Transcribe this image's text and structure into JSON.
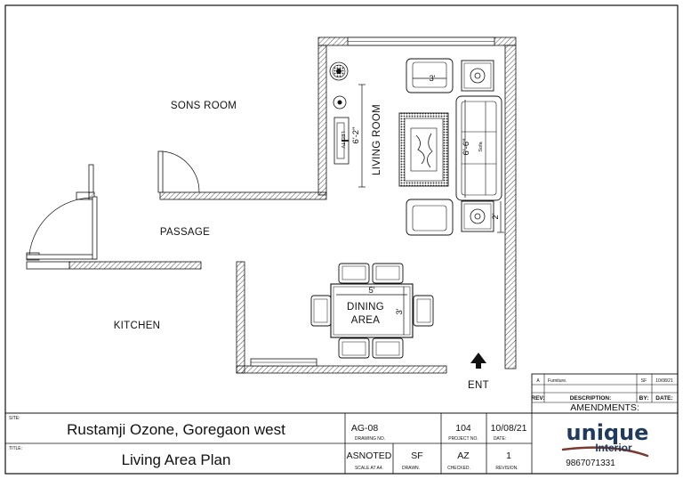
{
  "rooms": {
    "sons_room": "SONS ROOM",
    "passage": "PASSAGE",
    "kitchen": "KITCHEN",
    "living_room": "LIVING ROOM",
    "dining_line1": "DINING",
    "dining_line2": "AREA",
    "entrance": "ENT"
  },
  "dimensions": {
    "tv_unit": "6'-2\"",
    "chair_width": "3'",
    "sofa_length": "6'-6\"",
    "side_gap": "2'",
    "table_length": "5'",
    "table_width": "3'"
  },
  "furniture_labels": {
    "sofa": "Sofa",
    "tv": "LED TV"
  },
  "amendments": {
    "heading": "AMENDMENTS:",
    "columns": {
      "rev": "REV:",
      "description": "DESCRIPTION:",
      "by": "BY:",
      "date": "DATE:"
    },
    "rows": [
      {
        "rev": "A",
        "description": "Furniture.",
        "by": "SF",
        "date": "10/08/21"
      }
    ]
  },
  "title_block": {
    "site_label": "SITE:",
    "site": "Rustamji Ozone, Goregaon west",
    "title_label": "TITLE:",
    "title": "Living Area Plan",
    "drawing_no": "AG-08",
    "drawing_no_label": "DRAWING NO.",
    "project_no": "104",
    "project_no_label": "PROJECT NO.",
    "date": "10/08/21",
    "date_label": "DATE:",
    "scale": "ASNOTED",
    "scale_label": "SCALE AT A4.",
    "drawn": "SF",
    "drawn_label": "DRAWN.",
    "checked": "AZ",
    "checked_label": "CHECKED.",
    "revision": "1",
    "revision_label": "REVISION."
  },
  "logo": {
    "word": "unique",
    "sub": "Interior",
    "phone": "9867071331",
    "colors": {
      "primary": "#1f3a5c",
      "accent": "#7a3b2e"
    }
  }
}
